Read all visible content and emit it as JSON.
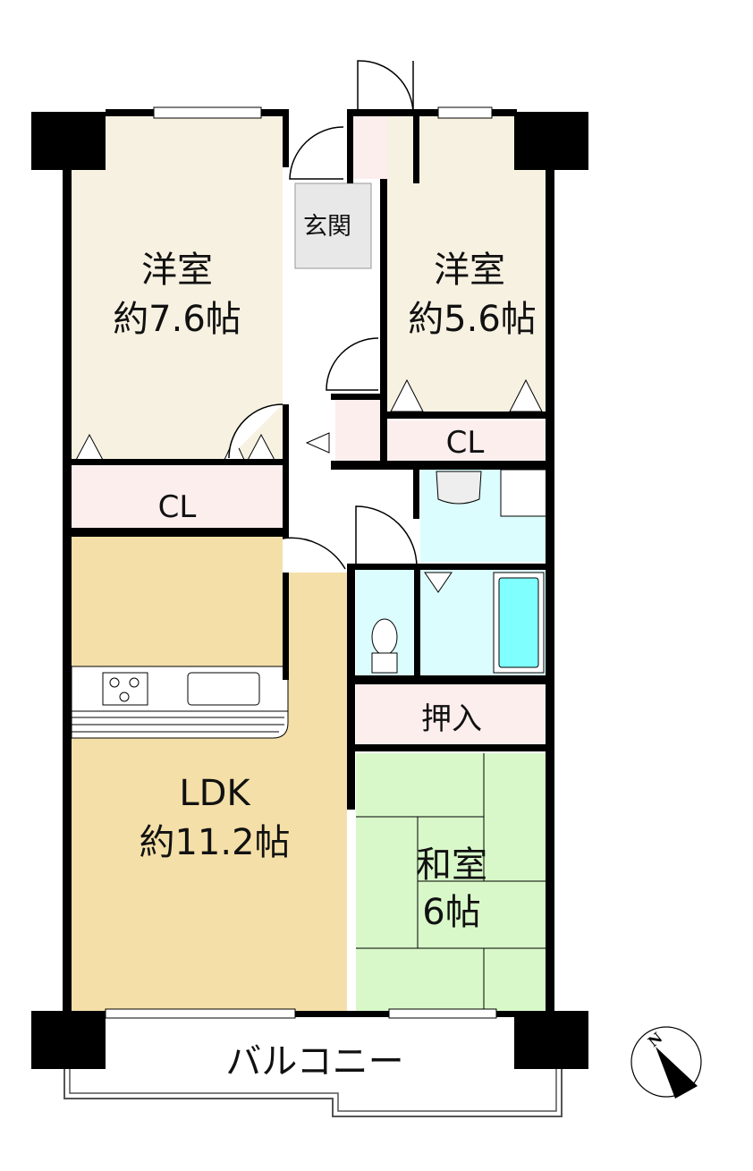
{
  "plan": {
    "rooms": {
      "western_room_1": {
        "name": "洋室",
        "size": "約7.6帖"
      },
      "western_room_2": {
        "name": "洋室",
        "size": "約5.6帖"
      },
      "entrance": {
        "name": "玄関"
      },
      "closet_1": {
        "name": "CL"
      },
      "closet_2": {
        "name": "CL"
      },
      "ldk": {
        "name": "LDK",
        "size": "約11.2帖"
      },
      "oshiire": {
        "name": "押入"
      },
      "japanese_room": {
        "name": "和室",
        "size": "6帖"
      },
      "balcony": {
        "name": "バルコニー"
      }
    },
    "compass": {
      "label": "N"
    },
    "colors": {
      "western": "#f7f1e1",
      "ldk": "#f4dfa8",
      "closet": "#fdeeee",
      "wet": "#dcfdfd",
      "tub": "#80ffff",
      "tatami": "#d9f8c9",
      "entrance": "#e8e8e8"
    }
  }
}
